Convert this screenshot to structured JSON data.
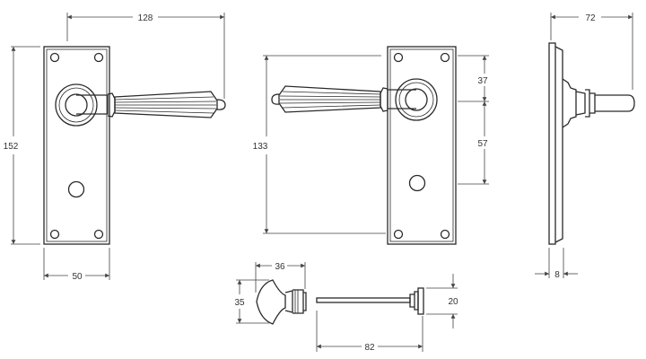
{
  "dimensions": {
    "front_overall_width": "128",
    "front_plate_height": "152",
    "front_plate_width": "50",
    "rear_lever_height": "133",
    "rear_top_to_lever": "37",
    "rear_lever_to_turn": "57",
    "side_projection": "72",
    "side_plate_thickness": "8",
    "thumbturn_length": "36",
    "thumbturn_height": "35",
    "release_height": "20",
    "spindle_length": "82"
  }
}
